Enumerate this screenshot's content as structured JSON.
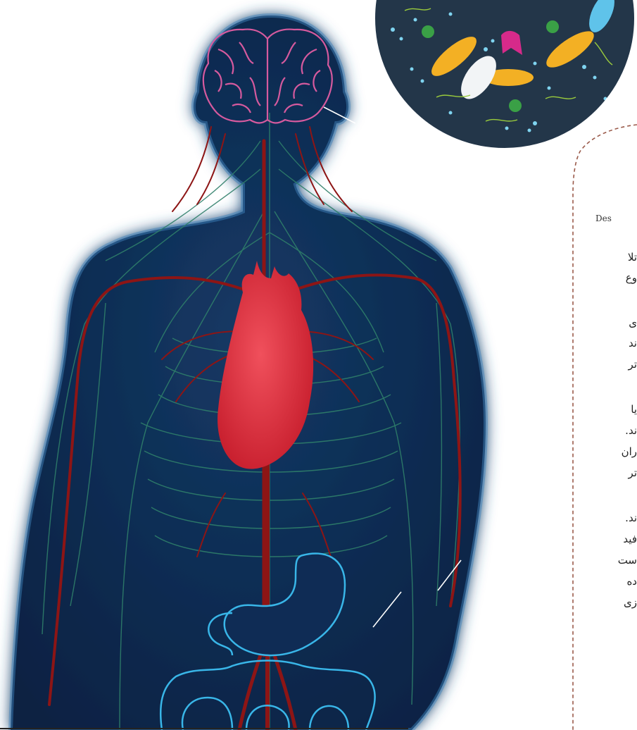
{
  "palette": {
    "body_fill": "#0e2a4d",
    "body_glow": "#3d7fb8",
    "vessel": "#8d1515",
    "nerve": "#2f7f6a",
    "heart": "#e0333e",
    "brain": "#d65a9e",
    "digestive": "#39b6e8",
    "microbe_bg": "#233649",
    "dashed_border": "#9a5a4a"
  },
  "icons": [
    "brain-icon",
    "heart-icon",
    "microbiome-icon",
    "stomach-icon",
    "intestine-icon"
  ],
  "panel": {
    "caption": "Des",
    "paragraphs": [
      {
        "lines": [
          "تلا",
          "وع"
        ]
      },
      {
        "lines": [
          "ی",
          "ند",
          "تر"
        ]
      },
      {
        "lines": [
          "یا",
          "ند.",
          "ران",
          "تر"
        ]
      },
      {
        "lines": [
          "ند.",
          "فید",
          "ست",
          "دە",
          "زی"
        ]
      }
    ]
  }
}
